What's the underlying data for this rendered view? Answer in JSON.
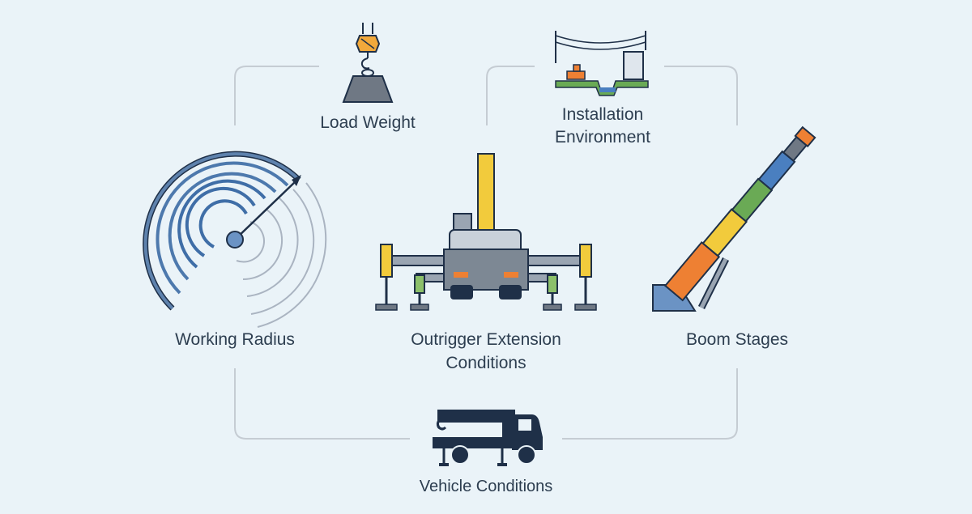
{
  "factors": {
    "load_weight": {
      "label": "Load Weight",
      "icon": "hook-weight-icon"
    },
    "installation_environment": {
      "line1": "Installation",
      "line2": "Environment",
      "icon": "site-environment-icon"
    },
    "working_radius": {
      "label": "Working Radius",
      "icon": "radius-arc-icon"
    },
    "outrigger_extension": {
      "line1": "Outrigger Extension",
      "line2": "Conditions",
      "icon": "outrigger-truck-icon"
    },
    "boom_stages": {
      "label": "Boom Stages",
      "icon": "telescopic-boom-icon"
    },
    "vehicle_conditions": {
      "label": "Vehicle Conditions",
      "icon": "crane-truck-icon"
    }
  },
  "colors": {
    "background": "#eaf3f8",
    "connector": "#c5ccd3",
    "navy": "#1f3048",
    "steel_blue": "#4d79ad",
    "slate": "#8794a3",
    "yellow": "#f2cb3c",
    "orange": "#ee8033",
    "green": "#6aaa55",
    "blue": "#4a7fc0"
  }
}
